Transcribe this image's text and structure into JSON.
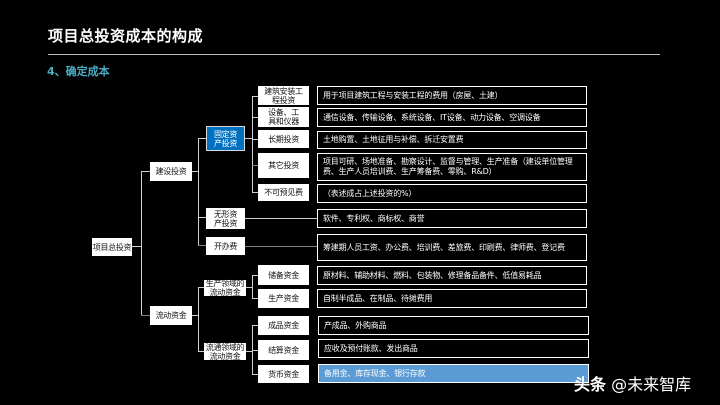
{
  "header": {
    "title": "项目总投资成本的构成",
    "subtitle": "4、确定成本"
  },
  "tree": {
    "root": "项目总投资",
    "level1": [
      {
        "label": "建设投资"
      },
      {
        "label": "流动资金"
      }
    ],
    "level2": [
      {
        "label": "固定资产投资",
        "highlight": true
      },
      {
        "label": "无形资产投资"
      },
      {
        "label": "开办费"
      },
      {
        "label": "生产领域的流动资金"
      },
      {
        "label": "流通领域的流动资金"
      }
    ],
    "level3": [
      {
        "label": "建筑安装工程投资"
      },
      {
        "label": "设备、工具和仪器"
      },
      {
        "label": "长期投资"
      },
      {
        "label": "其它投资"
      },
      {
        "label": "不可预见费"
      },
      {
        "label": "储备资金"
      },
      {
        "label": "生产资金"
      },
      {
        "label": "成品资金"
      },
      {
        "label": "结算资金"
      },
      {
        "label": "货币资金"
      }
    ],
    "descriptions": [
      {
        "text": "用于项目建筑工程与安装工程的费用（房屋、土建）"
      },
      {
        "text": "通信设备、传输设备、系统设备、IT设备、动力设备、空调设备"
      },
      {
        "text": "土地购置、土地征用与补偿、拆迁安置费"
      },
      {
        "text": "项目可研、场地准备、勘察设计、监督与管理、生产准备（建设单位管理费、生产人员培训费、生产筹备费、零购、R&D）"
      },
      {
        "text": "（表述成占上述投资的%）"
      },
      {
        "text": "软件、专利权、商标权、商誉"
      },
      {
        "text": "筹建期人员工资、办公费、培训费、差旅费、印刷费、律师费、登记费"
      },
      {
        "text": "原材料、辅助材料、燃料、包装物、修理备品备件、低值易耗品"
      },
      {
        "text": "自制半成品、在制品、待摊费用"
      },
      {
        "text": "产成品、外购商品"
      },
      {
        "text": "应收及预付账款、发出商品"
      },
      {
        "text": "备用金、库存现金、银行存款",
        "highlight": true
      }
    ]
  },
  "colors": {
    "background": "#000000",
    "subtitle": "#4bacc6",
    "highlight_node": "#0070c0",
    "highlight_desc": "#5b9bd5"
  },
  "watermark": {
    "brand": "头条",
    "handle": "@未来智库"
  }
}
